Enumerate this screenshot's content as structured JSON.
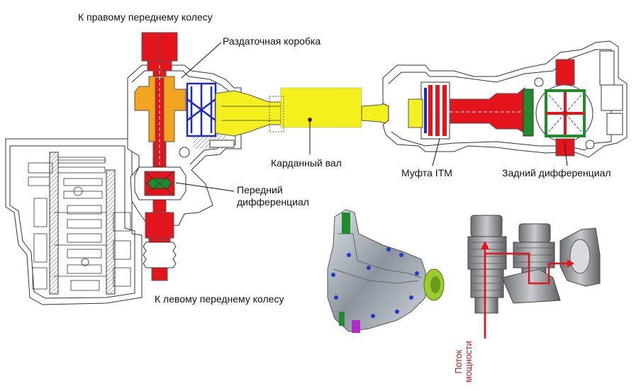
{
  "labels": {
    "right_front_wheel": "К правому переднему колесу",
    "transfer_case": "Раздаточная коробка",
    "cardan_shaft": "Карданный вал",
    "itm_coupling": "Муфта ITM",
    "rear_differential": "Задний дифференциал",
    "front_differential_line1": "Передний",
    "front_differential_line2": "дифференциал",
    "left_front_wheel": "К левому переднему колесу",
    "power_flow_line1": "Поток",
    "power_flow_line2": "мощности"
  },
  "colors": {
    "shaft_red": "#e3141b",
    "transfer_orange": "#f2a51f",
    "cardan_yellow": "#f4f01e",
    "gear_blue": "#1c28c8",
    "diff_green": "#1f8a2e",
    "line_gray": "#333333"
  }
}
